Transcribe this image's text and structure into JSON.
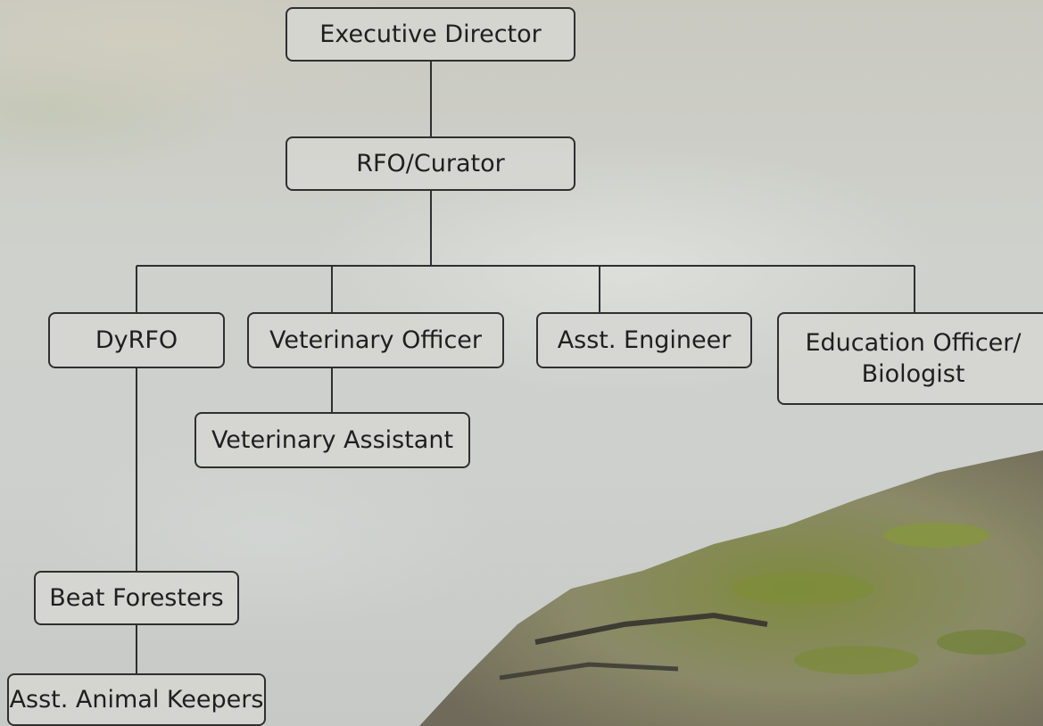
{
  "org_chart": {
    "executive_director": "Executive Director",
    "rfo_curator": "RFO/Curator",
    "dyrfo": "DyRFO",
    "veterinary_officer": "Veterinary Officer",
    "asst_engineer": "Asst. Engineer",
    "education_officer": "Education Officer/\nBiologist",
    "veterinary_assistant": "Veterinary Assistant",
    "beat_foresters": "Beat Foresters",
    "asst_animal_keepers": "Asst. Animal Keepers"
  },
  "colors": {
    "box_border": "#2f2f2f",
    "box_fill": "#d6d6d2",
    "connector": "#2f2f2f",
    "text": "#1f1f1f"
  }
}
